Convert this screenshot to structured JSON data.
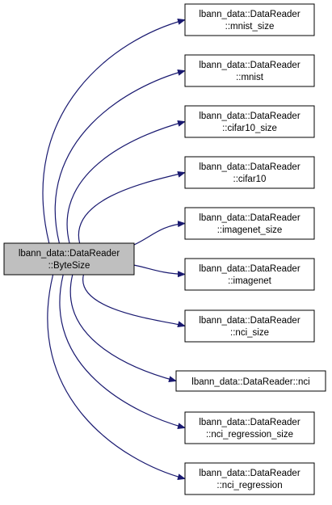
{
  "graph": {
    "root": {
      "line1": "lbann_data::DataReader",
      "line2": "::ByteSize",
      "fill": "#bfbfbf"
    },
    "edge_color": "#191970",
    "children": [
      {
        "line1": "lbann_data::DataReader",
        "line2": "::mnist_size"
      },
      {
        "line1": "lbann_data::DataReader",
        "line2": "::mnist"
      },
      {
        "line1": "lbann_data::DataReader",
        "line2": "::cifar10_size"
      },
      {
        "line1": "lbann_data::DataReader",
        "line2": "::cifar10"
      },
      {
        "line1": "lbann_data::DataReader",
        "line2": "::imagenet_size"
      },
      {
        "line1": "lbann_data::DataReader",
        "line2": "::imagenet"
      },
      {
        "line1": "lbann_data::DataReader",
        "line2": "::nci_size"
      },
      {
        "line1": "lbann_data::DataReader::nci",
        "line2": ""
      },
      {
        "line1": "lbann_data::DataReader",
        "line2": "::nci_regression_size"
      },
      {
        "line1": "lbann_data::DataReader",
        "line2": "::nci_regression"
      }
    ]
  }
}
